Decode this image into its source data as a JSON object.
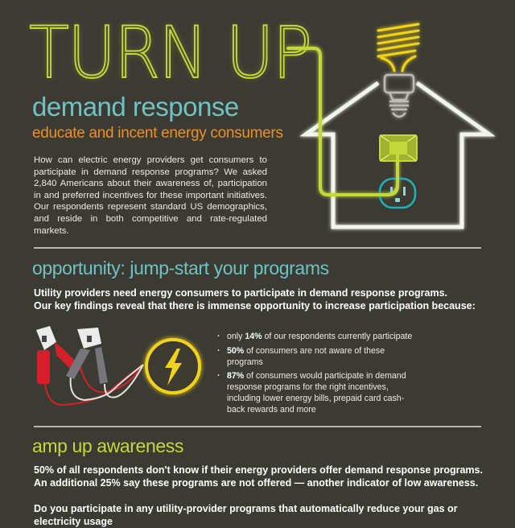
{
  "header": {
    "title": "TURN UP",
    "subtitle": "demand response",
    "tagline": "educate and incent energy consumers",
    "intro": "How can electric energy providers get consumers to participate in demand response programs? We asked 2,840 Americans about their awareness of, participation in and preferred incentives for these important initiatives. Our respondents represent standard US demographics, and reside in both competitive and rate-regulated markets."
  },
  "illustrations": {
    "hero": [
      "house-icon",
      "light-bulb-icon",
      "plug-icon",
      "outlet-icon",
      "cord-icon"
    ],
    "opportunity": [
      "jumper-cables-icon",
      "lightning-bolt-icon"
    ]
  },
  "opportunity": {
    "title": "opportunity: jump-start your programs",
    "lead_line1": "Utility providers need energy consumers to participate in demand response programs.",
    "lead_line2": "Our key findings reveal that there is immense opportunity to increase participation because:",
    "bullets": [
      {
        "prefix": "only ",
        "stat": "14%",
        "text": " of our respondents currently participate"
      },
      {
        "prefix": "",
        "stat": "50%",
        "text": " of consumers are not aware of these programs"
      },
      {
        "prefix": "",
        "stat": "87%",
        "text": " of consumers would participate in demand response programs for the right incentives, including lower energy bills, prepaid card cash-back rewards and more"
      }
    ]
  },
  "awareness": {
    "title": "amp up awareness",
    "lead_line1": "50% of all respondents don't know if their energy providers offer demand response programs.",
    "lead_line2": "An additional 25% say these programs are not offered — another indicator of low awareness.",
    "question": "Do you participate in any utility-provider programs that automatically reduce your gas or electricity usage"
  },
  "colors": {
    "background": "#3c3b33",
    "lime": "#c2d93a",
    "teal": "#6fc3c3",
    "orange": "#e8902e",
    "yellow": "#f2d31b",
    "red": "#d4202a"
  }
}
